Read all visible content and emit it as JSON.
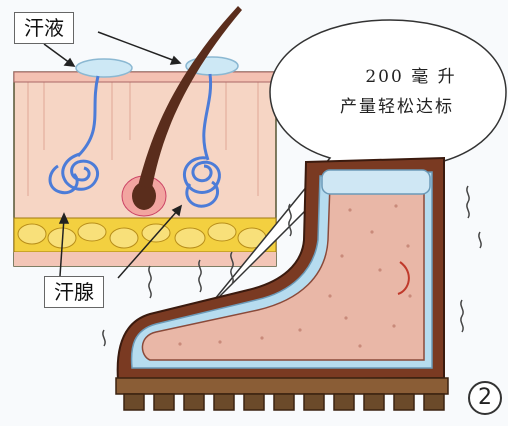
{
  "labels": {
    "sweat": "汗液",
    "sweat_gland": "汗腺"
  },
  "speech_bubble": {
    "line1": "200 毫 升",
    "line2": "产量轻松达标"
  },
  "panel_number": "2",
  "colors": {
    "background": "#f8fafc",
    "skin": "#f6d5c4",
    "fat_layer": "#f3d040",
    "sweat_gland": "#4c7cd8",
    "hair": "#5a2d1c",
    "boot": "#7a3a22",
    "sole": "#6b4a2a",
    "foot": "#e9b7a7",
    "sweat_water": "#b6dcef"
  }
}
